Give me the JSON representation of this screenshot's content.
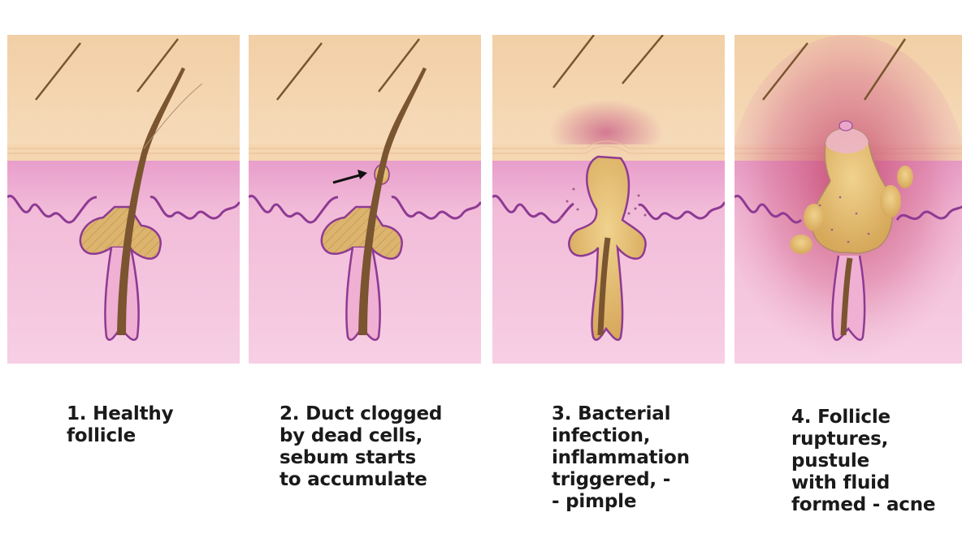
{
  "captions": [
    "1. Healthy\nfollicle",
    "2. Duct clogged\nby dead cells,\nsebum starts\n to accumulate",
    "3. Bacterial\ninfection,\ninflammation\ntriggered, -\n- pimple",
    "4. Follicle\nruptures,\npustule\nwith fluid\nformed - acne"
  ],
  "colors": {
    "epidermis": "#f3cfa7",
    "dermis": "#f6c6dc",
    "papillary_layer": "#ecaed0",
    "membrane": "#8e3a93",
    "hair": "#7a5530",
    "sebum": "#dcb26a",
    "inflammation": "#c9577e"
  },
  "icons": [
    "hair-strand",
    "sebaceous-gland",
    "arrow-right-icon"
  ]
}
